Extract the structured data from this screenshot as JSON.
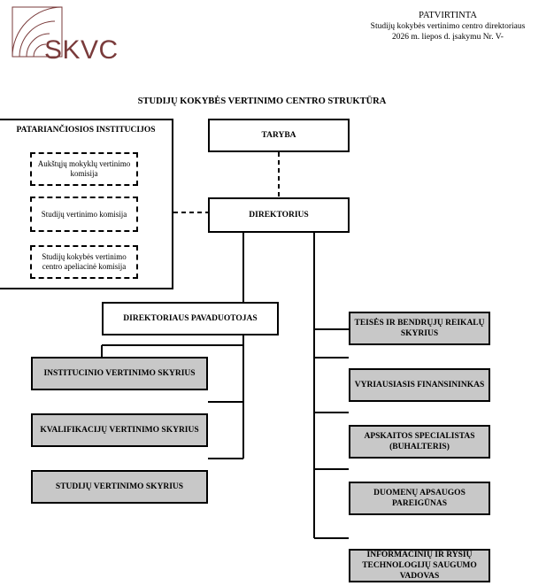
{
  "header": {
    "logo_text": "SKVC",
    "approval_lines": [
      "PATVIRTINTA",
      "Studijų kokybės vertinimo centro direktoriaus",
      "2026 m. liepos d. įsakymu Nr. V-"
    ],
    "title": "STUDIJŲ KOKYBĖS VERTINIMO CENTRO STRUKTŪRA"
  },
  "advisory": {
    "title": "PATARIANČIOSIOS INSTITUCIJOS",
    "items": [
      "Aukštųjų mokyklų vertinimo komisija",
      "Studijų vertinimo komisija",
      "Studijų kokybės vertinimo centro apeliacinė komisija"
    ]
  },
  "main": {
    "board": "TARYBA",
    "director": "DIREKTORIUS",
    "deputy": "DIREKTORIAUS PAVADUOTOJAS"
  },
  "deputy_units": [
    "INSTITUCINIO VERTINIMO SKYRIUS",
    "KVALIFIKACIJŲ VERTINIMO SKYRIUS",
    "STUDIJŲ VERTINIMO SKYRIUS"
  ],
  "director_units": [
    "TEISĖS IR BENDRŲJŲ REIKALŲ SKYRIUS",
    "VYRIAUSIASIS FINANSININKAS",
    "APSKAITOS SPECIALISTAS (BUHALTERIS)",
    "DUOMENŲ APSAUGOS PAREIGŪNAS",
    "INFORMACINIŲ IR RYŠIŲ TECHNOLOGIJŲ SAUGUMO VADOVAS"
  ],
  "colors": {
    "logo": "#7a3b3b",
    "unit_fill": "#c8c8c8",
    "line": "#000000"
  }
}
